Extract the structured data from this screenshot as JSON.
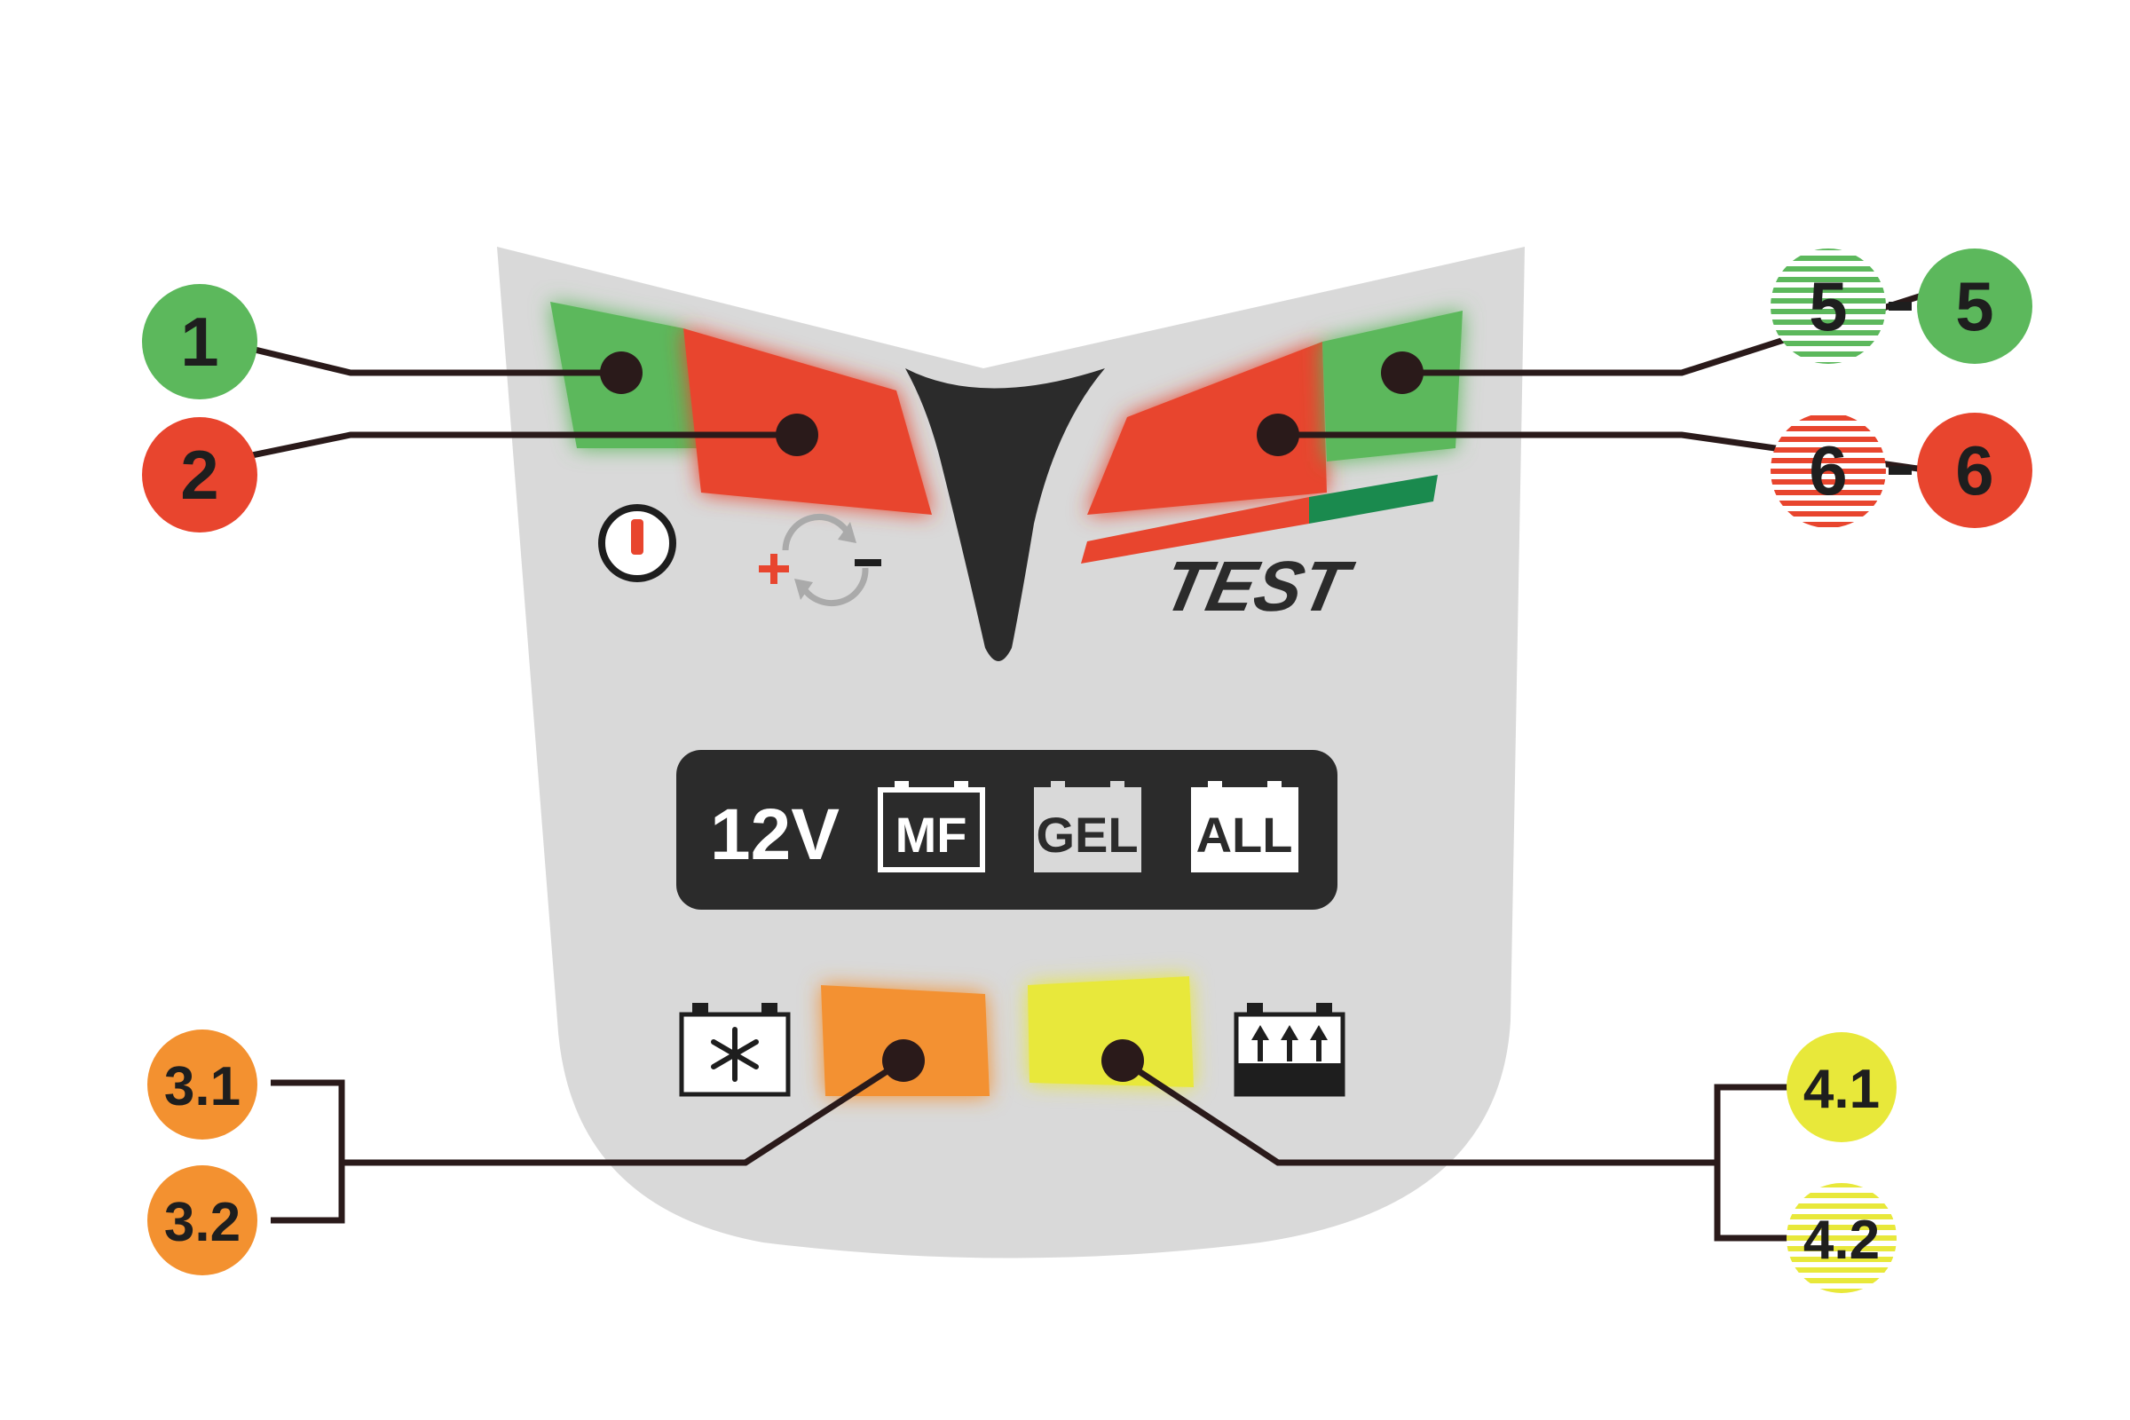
{
  "colors": {
    "green": "#5cb85c",
    "red": "#e8452e",
    "orange": "#f39130",
    "yellow": "#e8e83a",
    "panel": "#d9d9d9",
    "dark": "#2b2b2b",
    "test_green": "#1a8a4e"
  },
  "labels": {
    "l1": "1",
    "l2": "2",
    "l5_blink": "5",
    "l5_solid": "5",
    "l6_blink": "6",
    "l6_solid": "6",
    "l3_1": "3.1",
    "l3_2": "3.2",
    "l4_1": "4.1",
    "l4_2": "4.2"
  },
  "panel": {
    "test_text": "TEST",
    "voltage": "12V",
    "battery_types": [
      "MF",
      "GEL",
      "ALL"
    ]
  },
  "icons": {
    "power": "power-icon",
    "polarity": "polarity-reverse-icon",
    "cold": "snowflake-battery-icon",
    "charging": "charging-battery-icon"
  }
}
